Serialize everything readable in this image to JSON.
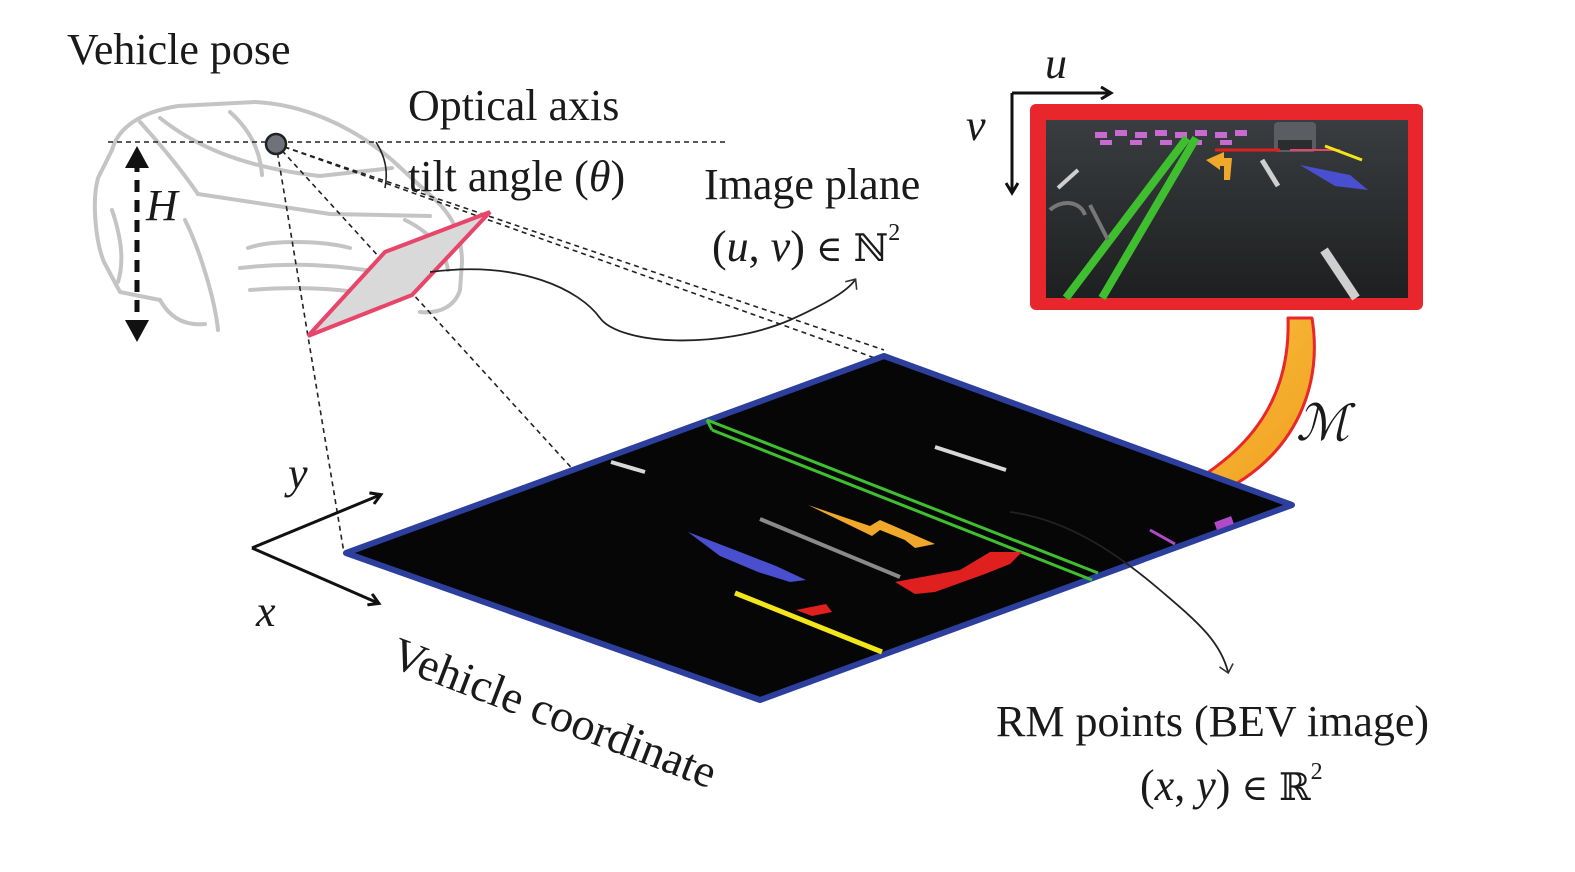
{
  "labels": {
    "vehicle_pose": "Vehicle pose",
    "optical_axis": "Optical axis",
    "tilt_angle_prefix": "tilt angle (",
    "theta": "θ",
    "tilt_angle_suffix": ")",
    "height_symbol": "H",
    "image_plane": "Image plane",
    "uv_open": "(",
    "uv_u": "u",
    "uv_comma": ", ",
    "uv_v": "v",
    "uv_close": ")",
    "elem_of": "∈",
    "naturals": "ℕ",
    "naturals_exp": "2",
    "axis_u": "u",
    "axis_v": "v",
    "mapping": "ℳ",
    "axis_x": "x",
    "axis_y": "y",
    "vehicle_coordinate": "Vehicle coordinate",
    "rm_points": "RM points (BEV image)",
    "xy_open": "(",
    "xy_x": "x",
    "xy_comma": ", ",
    "xy_y": "y",
    "xy_close": ")",
    "reals": "ℝ",
    "reals_exp": "2"
  },
  "colors": {
    "image_frame": "#e8262b",
    "bev_border": "#2d3f9c",
    "image_plane_edge": "#e8456a",
    "mapping_arrow_outer": "#e8262b",
    "mapping_arrow_inner": "#f5a623",
    "lane_green": "#3fbf2f",
    "lane_yellow": "#f2e51a",
    "lane_red": "#e01f1f",
    "marking_orange": "#f0a82a",
    "marking_blue": "#4a4fd0",
    "marking_purple": "#b04ac8"
  },
  "icons": {
    "car": "car-outline-icon",
    "camera": "camera-point-icon"
  }
}
